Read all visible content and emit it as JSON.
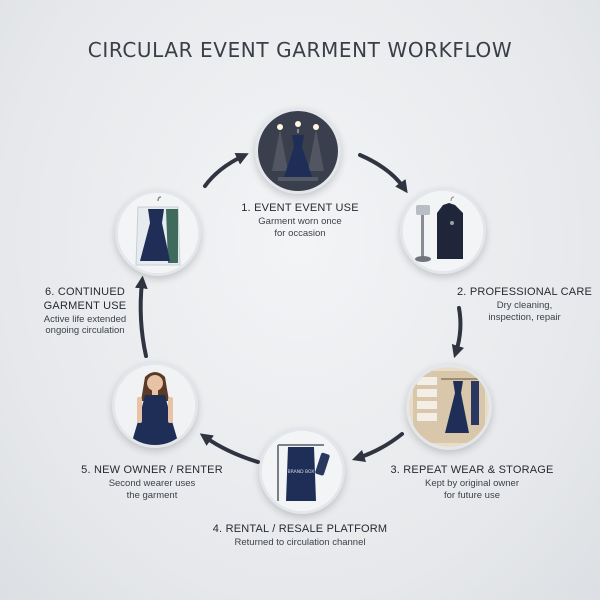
{
  "title": "CIRCULAR EVENT GARMENT WORKFLOW",
  "steps": [
    {
      "heading": "1. EVENT EVENT USE",
      "desc1": "Garment worn once",
      "desc2": "for occasion",
      "icon": "dress-spotlight-icon"
    },
    {
      "heading": "2. PROFESSIONAL CARE",
      "desc1": "Dry cleaning,",
      "desc2": "inspection, repair",
      "icon": "steamer-garment-bag-icon"
    },
    {
      "heading": "3. REPEAT WEAR & STORAGE",
      "desc1": "Kept by original owner",
      "desc2": "for future use",
      "icon": "wardrobe-dress-icon"
    },
    {
      "heading": "4. RENTAL / RESALE PLATFORM",
      "desc1": "Returned to circulation channel",
      "desc2": "",
      "icon": "garment-bag-tag-icon"
    },
    {
      "heading": "5. NEW OWNER / RENTER",
      "desc1": "Second wearer uses",
      "desc2": "the garment",
      "icon": "woman-in-dress-icon"
    },
    {
      "heading_line1": "6. CONTINUED",
      "heading_line2": "GARMENT USE",
      "desc1": "Active life extended",
      "desc2": "ongoing circulation",
      "icon": "dress-on-hanger-icon"
    }
  ],
  "garment_bag_text": "BRAND BOX",
  "colors": {
    "navy": "#1f2e57",
    "arrow": "#2f3440",
    "background": "#e6e8eb"
  }
}
